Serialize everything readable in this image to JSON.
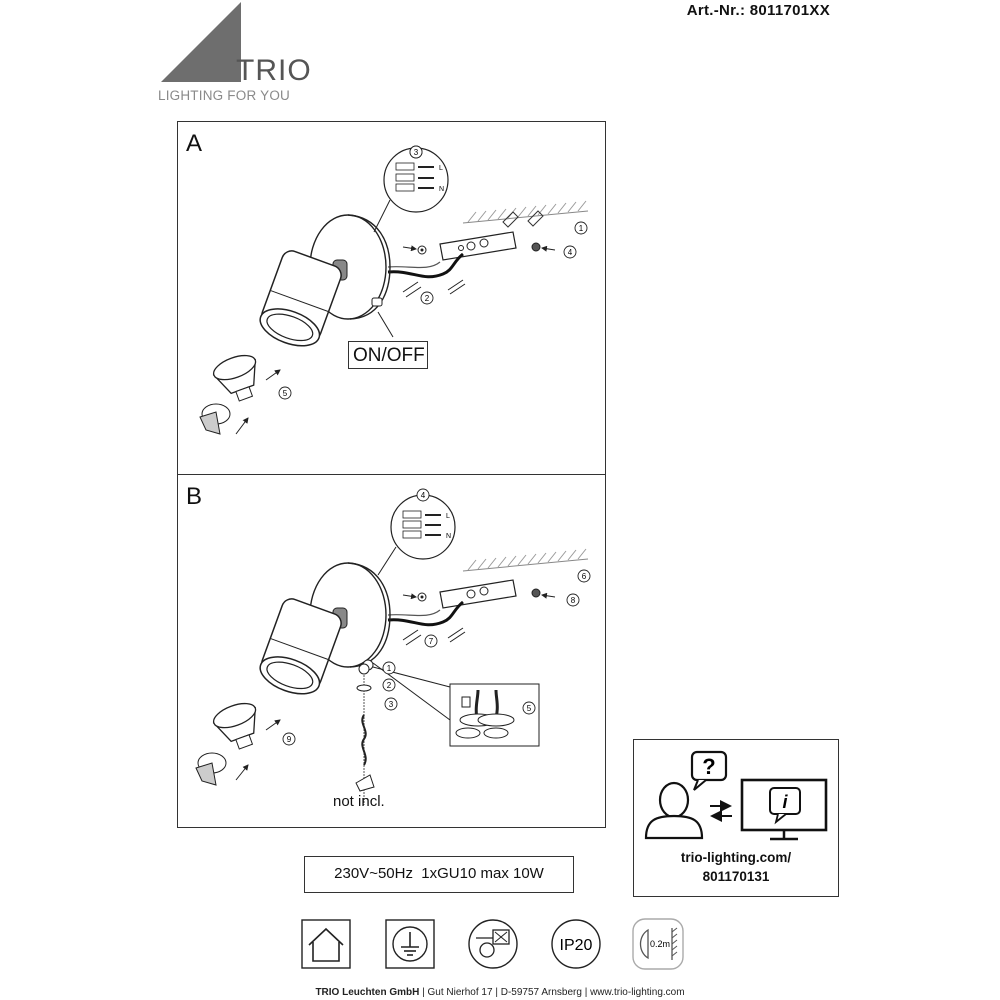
{
  "header": {
    "article_number": "Art.-Nr.: 8011701XX",
    "brand": "TRIO",
    "tagline": "LIGHTING FOR YOU"
  },
  "panel_a": {
    "letter": "A",
    "switch_label": "ON/OFF",
    "steps": [
      "1",
      "2",
      "3",
      "4",
      "5"
    ],
    "wiring": [
      "L",
      "N"
    ]
  },
  "panel_b": {
    "letter": "B",
    "note": "not incl.",
    "steps": [
      "1",
      "2",
      "3",
      "4",
      "5",
      "6",
      "7",
      "8",
      "9"
    ],
    "wiring": [
      "L",
      "N"
    ]
  },
  "spec": "230V~50Hz  1xGU10 max 10W",
  "info": {
    "url_line1": "trio-lighting.com/",
    "url_line2": "801170131"
  },
  "symbols": {
    "ip_rating": "IP20",
    "min_distance": "0.2m"
  },
  "footer": {
    "company": "TRIO Leuchten GmbH",
    "address": "Gut Nierhof 17",
    "city": "D-59757 Arnsberg",
    "web": "www.trio-lighting.com"
  }
}
